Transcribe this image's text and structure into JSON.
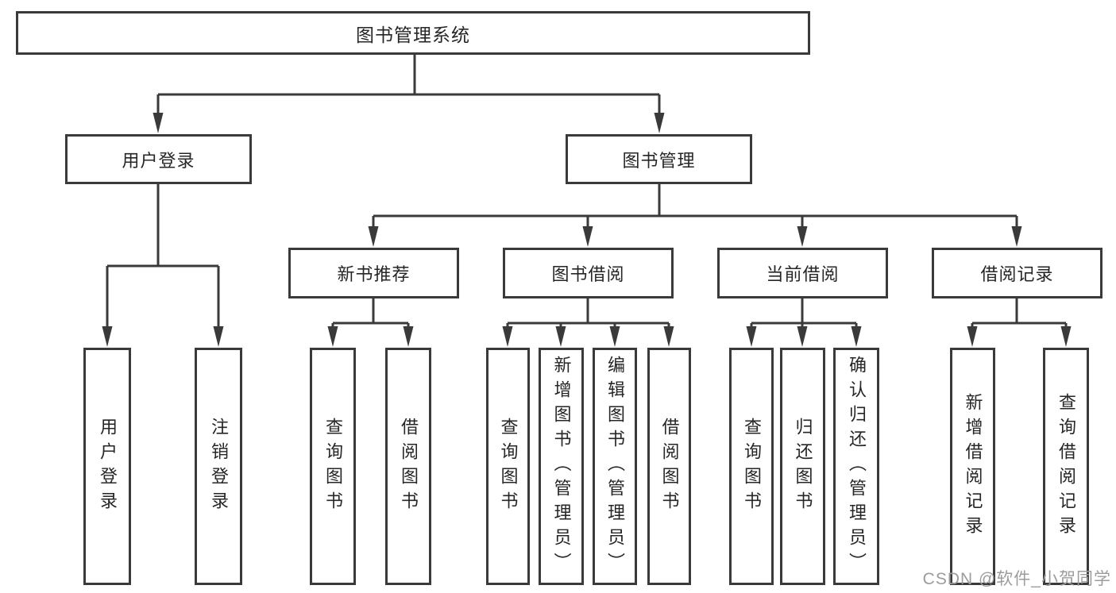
{
  "diagram": {
    "root": {
      "label": "图书管理系统"
    },
    "branches": [
      {
        "label": "用户登录",
        "children": [
          {
            "label": "用户登录"
          },
          {
            "label": "注销登录"
          }
        ]
      },
      {
        "label": "图书管理",
        "children": [
          {
            "label": "新书推荐",
            "children": [
              {
                "label": "查询图书"
              },
              {
                "label": "借阅图书"
              }
            ]
          },
          {
            "label": "图书借阅",
            "children": [
              {
                "label": "查询图书"
              },
              {
                "label": "新增图书（管理员）"
              },
              {
                "label": "编辑图书（管理员）"
              },
              {
                "label": "借阅图书"
              }
            ]
          },
          {
            "label": "当前借阅",
            "children": [
              {
                "label": "查询图书"
              },
              {
                "label": "归还图书"
              },
              {
                "label": "确认归还（管理员）"
              }
            ]
          },
          {
            "label": "借阅记录",
            "children": [
              {
                "label": "新增借阅记录"
              },
              {
                "label": "查询借阅记录"
              }
            ]
          }
        ]
      }
    ]
  },
  "watermark": {
    "text": "CSDN @软件_小贺同学"
  },
  "colors": {
    "line": "#3a3a3a",
    "text": "#262626",
    "background": "#ffffff",
    "watermark": "#9c9c9c"
  }
}
